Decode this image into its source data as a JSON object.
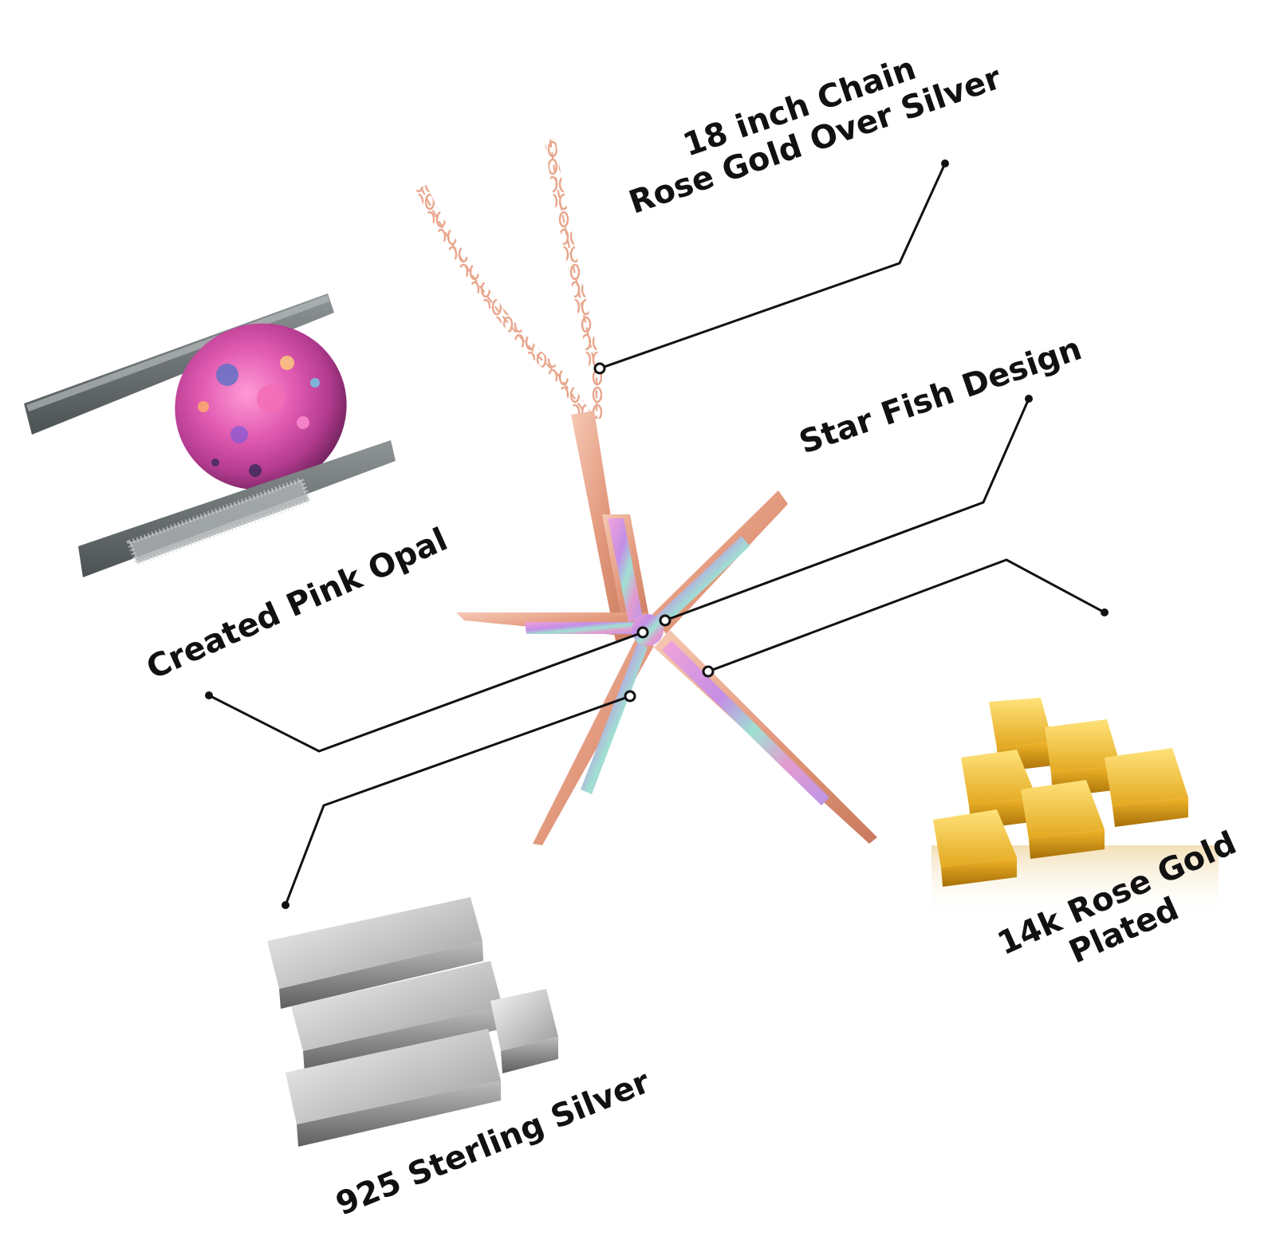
{
  "labels": {
    "chain_line1": "18 inch Chain",
    "chain_line2": "Rose Gold Over Silver",
    "starfish": "Star Fish Design",
    "opal": "Created Pink Opal",
    "silver": "925 Sterling Silver",
    "rose_line1": "14k Rose Gold",
    "rose_line2": "Plated"
  },
  "icons": {
    "opal": "pink-opal-in-tweezers-icon",
    "pendant": "starfish-pendant-icon",
    "gold": "gold-bars-icon",
    "silver": "silver-bars-icon"
  },
  "colors": {
    "rose_gold": "#e9a68c",
    "opal_pink": "#e56fb8",
    "gold": "#e0a81e",
    "silver": "#c9c9c9",
    "line": "#111111"
  }
}
